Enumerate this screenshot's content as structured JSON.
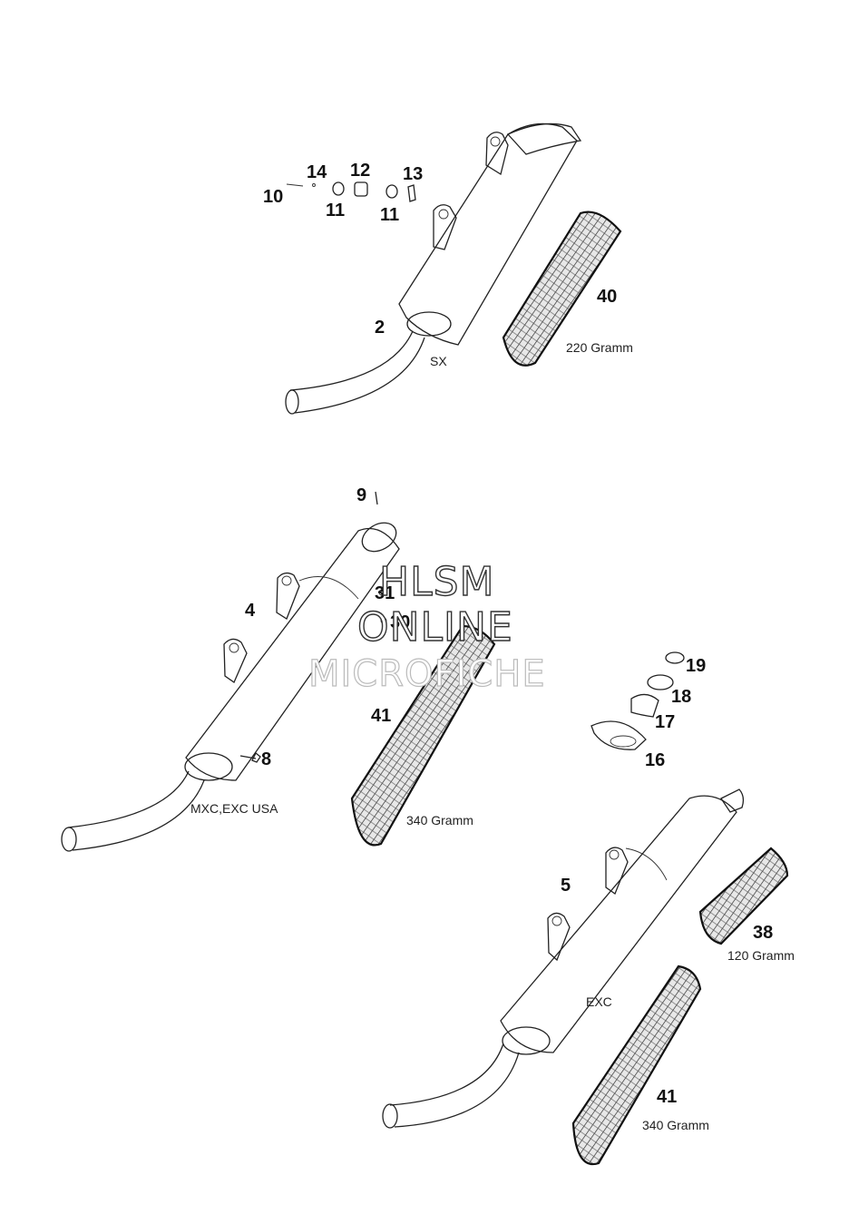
{
  "labels": {
    "p2": "2",
    "p4": "4",
    "p5": "5",
    "p8": "8",
    "p9": "9",
    "p10": "10",
    "p11a": "11",
    "p11b": "11",
    "p12": "12",
    "p13": "13",
    "p14": "14",
    "p16": "16",
    "p17": "17",
    "p18": "18",
    "p19": "19",
    "p30": "30",
    "p31": "31",
    "p38": "38",
    "p40": "40",
    "p41a": "41",
    "p41b": "41"
  },
  "notes": {
    "sx": "SX",
    "mxc": "MXC,EXC USA",
    "exc": "EXC",
    "w40": "220 Gramm",
    "w41a": "340 Gramm",
    "w38": "120 Gramm",
    "w41b": "340 Gramm"
  },
  "watermark": {
    "line1": "HLSM",
    "line2": "ONLINE",
    "line3": "MICROFICHE"
  }
}
